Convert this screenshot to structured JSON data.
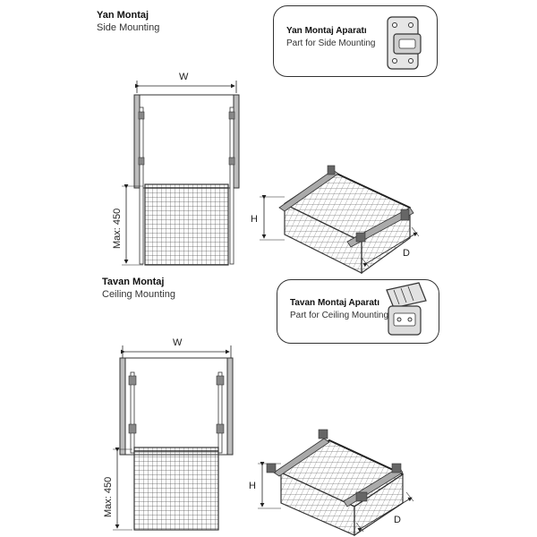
{
  "side": {
    "title": "Yan Montaj",
    "subtitle": "Side Mounting",
    "part": {
      "title": "Yan Montaj Aparatı",
      "subtitle": "Part for Side Mounting"
    },
    "width_label": "W",
    "depth_label": "Max: 450",
    "iso_height_label": "H",
    "iso_depth_label": "D"
  },
  "ceiling": {
    "title": "Tavan Montaj",
    "subtitle": "Ceiling Mounting",
    "part": {
      "title": "Tavan Montaj Aparatı",
      "subtitle": "Part for Ceiling Mounting"
    },
    "width_label": "W",
    "depth_label": "Max: 450",
    "iso_height_label": "H",
    "iso_depth_label": "D"
  }
}
